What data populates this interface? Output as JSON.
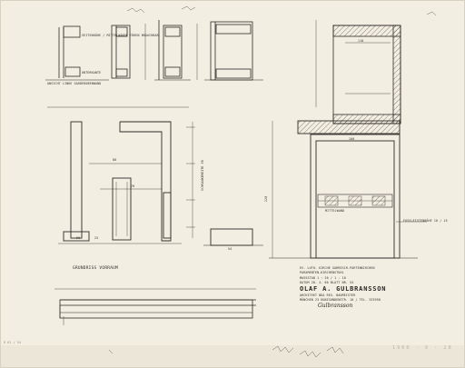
{
  "drawing": {
    "labels": {
      "top_elev_note": "Seitenhöhe / Mittelwände Türen Brauchbar",
      "top_base_note": "Unterkante",
      "top_caption": "Ansicht Linke Garderobenwand",
      "plan_caption": "Grundriss Vorraum",
      "mid_note": "Mittelwand",
      "dim_top_w": "110",
      "dim_plan_a": "80",
      "dim_plan_b": "70",
      "dim_plan_c": "60",
      "dim_plan_d": "25",
      "dim_right_h": "220",
      "dim_right_w": "100",
      "dim_vert": "Schrankbreite 50",
      "note_right_bottom": "Fußleistenhöhe 10 / 15",
      "dim_small": "54"
    },
    "title_block": {
      "project": "EV. Luth. Kirche Garmisch-Partenkirchen",
      "subject": "Paramenten-Kirchenstuhl",
      "scale": "Maßstab 1 : 20 / 1 : 10",
      "date": "Datum 28. 4. 60   Blatt Nr. 54",
      "architect": "OLAF A. GULBRANSSON",
      "architect_line": "Architekt BDA Reg. Baumeister",
      "address": "München 23 Kunigundenstr. 10 / Tel. 333958",
      "signature": "Gulbransson"
    },
    "corner_marks": {
      "bottom_left": "D 61 / 54",
      "bottom_right": "1960 · 9 · 28"
    }
  }
}
